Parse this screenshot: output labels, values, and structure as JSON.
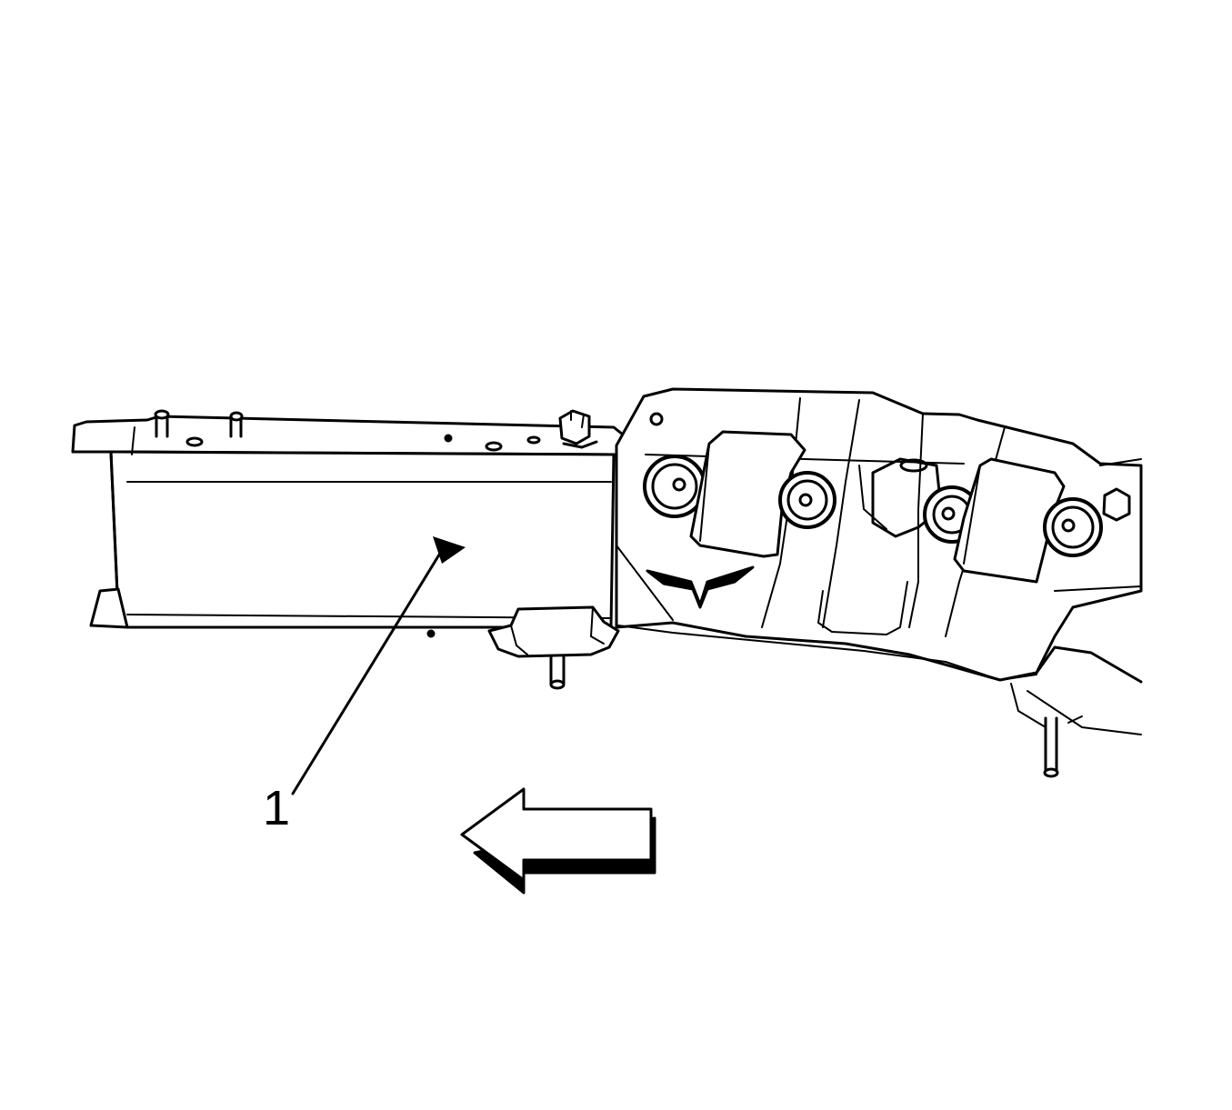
{
  "callouts": [
    {
      "label": "1",
      "target": "frame-rail-member"
    }
  ],
  "direction_arrow": {
    "meaning": "front-of-vehicle",
    "icon": "arrow-left-icon"
  },
  "colors": {
    "line": "#000000",
    "background": "#ffffff"
  }
}
